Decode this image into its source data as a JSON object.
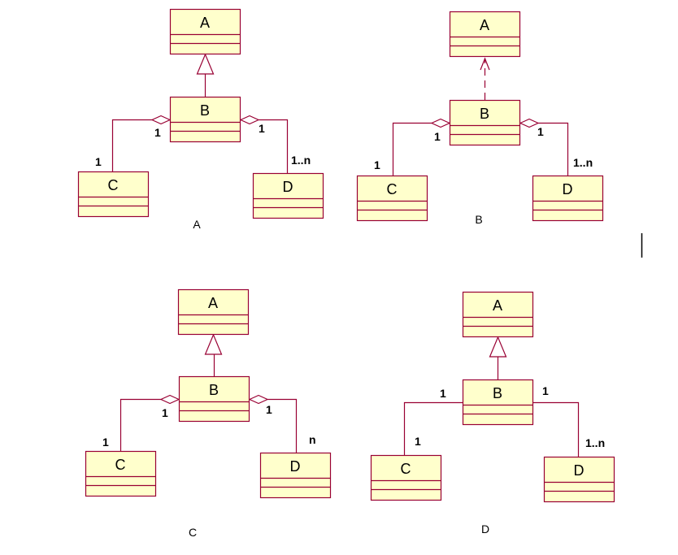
{
  "colors": {
    "stroke": "#990033",
    "fill": "#ffffcc",
    "text": "#000000"
  },
  "diagrams": [
    {
      "caption": "A",
      "relation": "generalization",
      "parts": "aggregation",
      "classes": {
        "top": "A",
        "mid": "B",
        "left": "C",
        "right": "D"
      },
      "multiplicities": {
        "left_near_b": "1",
        "left_near_c": "1",
        "right_near_b": "1",
        "right_near_d": "1..n"
      }
    },
    {
      "caption": "B",
      "relation": "dependency",
      "parts": "aggregation",
      "classes": {
        "top": "A",
        "mid": "B",
        "left": "C",
        "right": "D"
      },
      "multiplicities": {
        "left_near_b": "1",
        "left_near_c": "1",
        "right_near_b": "1",
        "right_near_d": "1..n"
      }
    },
    {
      "caption": "C",
      "relation": "generalization",
      "parts": "aggregation",
      "classes": {
        "top": "A",
        "mid": "B",
        "left": "C",
        "right": "D"
      },
      "multiplicities": {
        "left_near_b": "1",
        "left_near_c": "1",
        "right_near_b": "1",
        "right_near_d": "n"
      }
    },
    {
      "caption": "D",
      "relation": "generalization",
      "parts": "association",
      "classes": {
        "top": "A",
        "mid": "B",
        "left": "C",
        "right": "D"
      },
      "multiplicities": {
        "left_near_b": "1",
        "left_near_c": "1",
        "right_near_b": "1",
        "right_near_d": "1..n"
      }
    }
  ]
}
